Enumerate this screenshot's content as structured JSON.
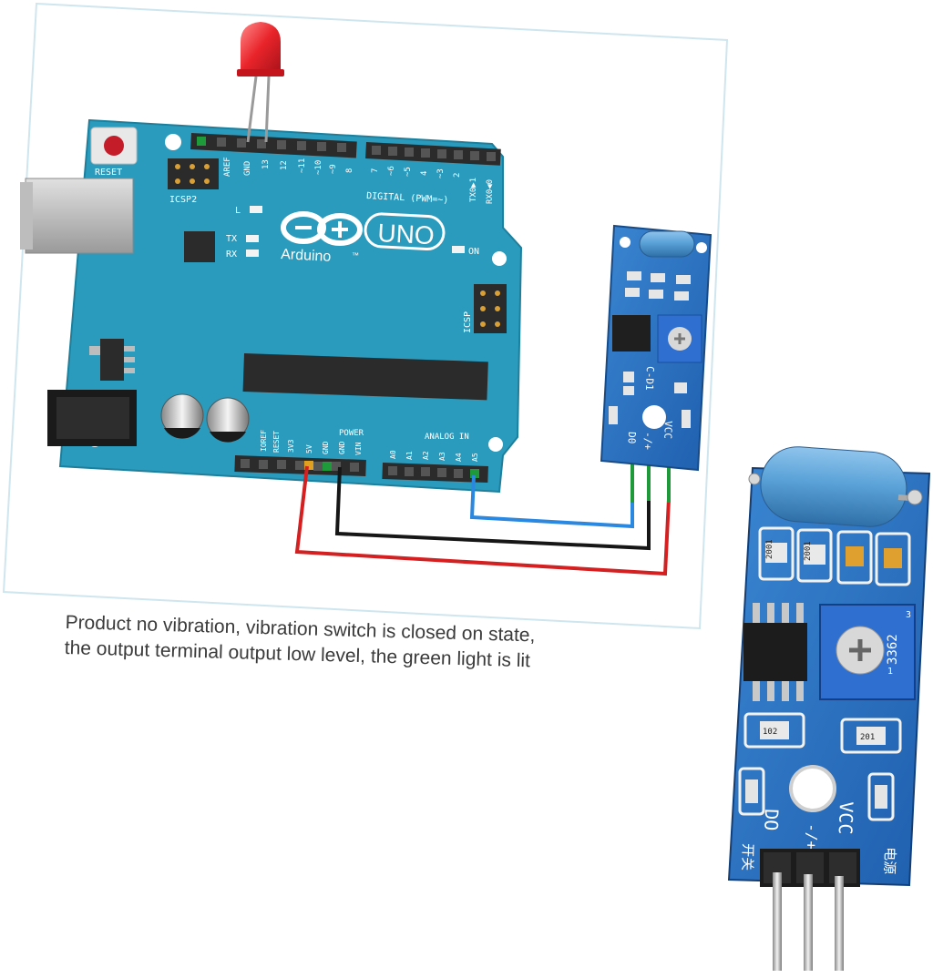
{
  "caption": {
    "line1": "Product no vibration, vibration switch is closed on state,",
    "line2": "the output terminal output low level, the green light is lit"
  },
  "arduino": {
    "reset_label": "RESET",
    "icsp2_label": "ICSP2",
    "icsp_label": "ICSP",
    "logo_text": "Arduino",
    "logo_tm": "™",
    "model_label": "UNO",
    "led_l_label": "L",
    "led_tx_label": "TX",
    "led_rx_label": "RX",
    "led_on_label": "ON",
    "digital_label": "DIGITAL (PWM=~)",
    "power_label": "POWER",
    "analog_label": "ANALOG IN",
    "top_pins_left": [
      "AREF",
      "GND",
      "13",
      "12",
      "~11",
      "~10",
      "~9",
      "8"
    ],
    "top_pins_right": [
      "7",
      "~6",
      "~5",
      "4",
      "~3",
      "2",
      "TX0▶1",
      "RX0◀0"
    ],
    "power_pins": [
      "IOREF",
      "RESET",
      "3V3",
      "5V",
      "GND",
      "GND",
      "VIN"
    ],
    "analog_pins": [
      "A0",
      "A1",
      "A2",
      "A3",
      "A4",
      "A5"
    ]
  },
  "sensor_small": {
    "pin_labels": [
      "D0",
      "-/+",
      "VCC"
    ],
    "silk_label": "C-D1"
  },
  "sensor_large": {
    "pot_label": "3362",
    "pot_pin1": "1",
    "pot_pin3": "3",
    "resistor_labels": [
      "2001",
      "2001",
      "102",
      "201"
    ],
    "pin_label_do": "DO",
    "pin_label_gnd": "-/+",
    "pin_label_vcc": "VCC",
    "cn_left": "开关",
    "cn_right": "电源"
  },
  "colors": {
    "board_blue": "#2a9bbd",
    "module_blue": "#2d74c4",
    "wire_red": "#d42020",
    "wire_black": "#161616",
    "wire_blue": "#2a88e0",
    "led_red": "#e8242a"
  }
}
